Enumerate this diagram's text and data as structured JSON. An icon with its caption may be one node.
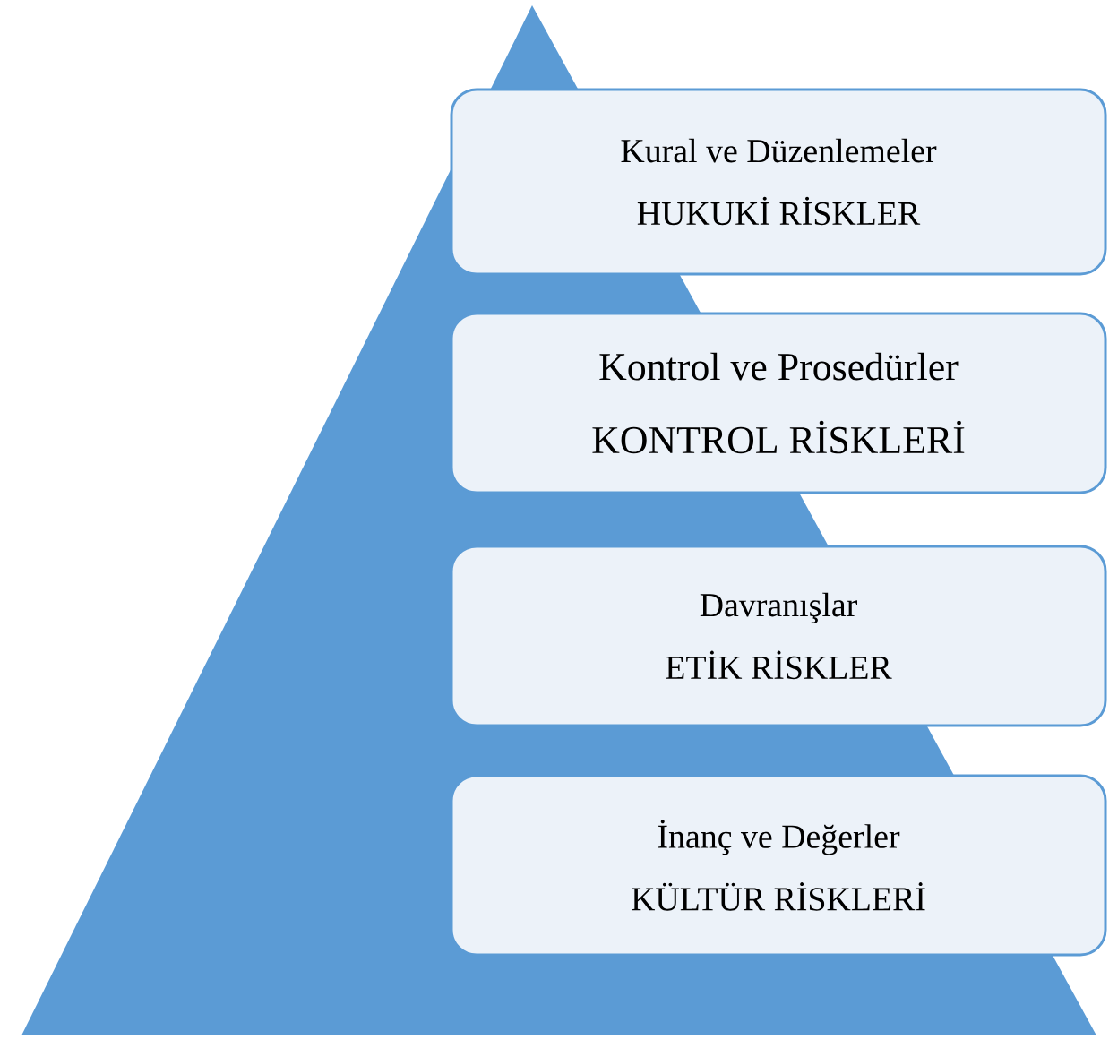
{
  "diagram": {
    "nodes": [
      {
        "text": [
          "Kural ve Düzenlemeler",
          "HUKUKİ RİSKLER"
        ]
      },
      {
        "text": [
          "Kontrol ve Prosedürler",
          "KONTROL RİSKLERİ"
        ]
      },
      {
        "text": [
          "Davranışlar",
          "ETİK RİSKLER"
        ]
      },
      {
        "text": [
          "İnanç ve Değerler",
          "KÜLTÜR RİSKLERİ"
        ]
      }
    ]
  }
}
